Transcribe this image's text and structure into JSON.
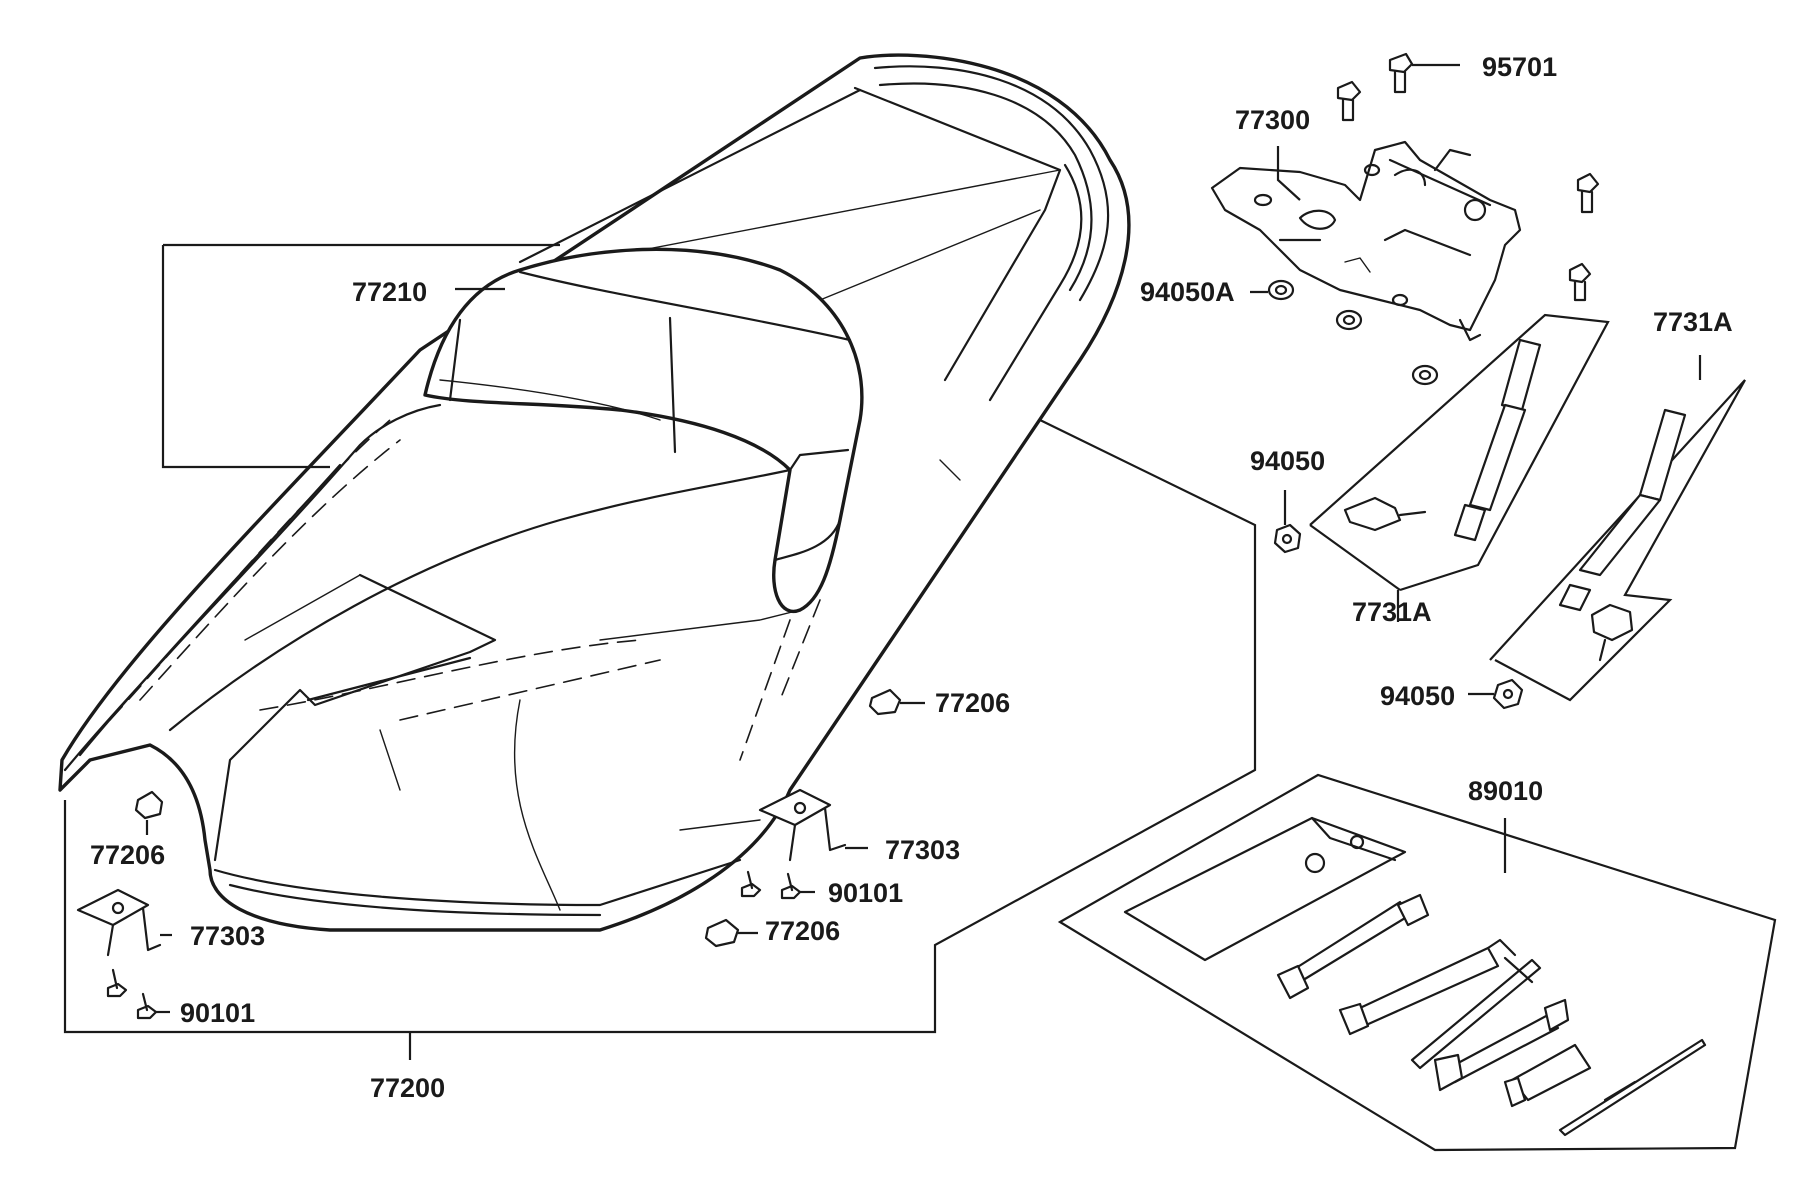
{
  "labels": {
    "p95701": "95701",
    "p77300": "77300",
    "p77210": "77210",
    "p94050A": "94050A",
    "p7731A_top": "7731A",
    "p94050_upper": "94050",
    "p7731A_mid": "7731A",
    "p94050_lower": "94050",
    "p77206_right": "77206",
    "p89010": "89010",
    "p77206_left": "77206",
    "p77303_right": "77303",
    "p90101_right": "90101",
    "p77206_center": "77206",
    "p77303_left": "77303",
    "p90101_left": "90101",
    "p77200": "77200"
  },
  "colors": {
    "line": "#1a1a1a",
    "background": "#ffffff"
  }
}
